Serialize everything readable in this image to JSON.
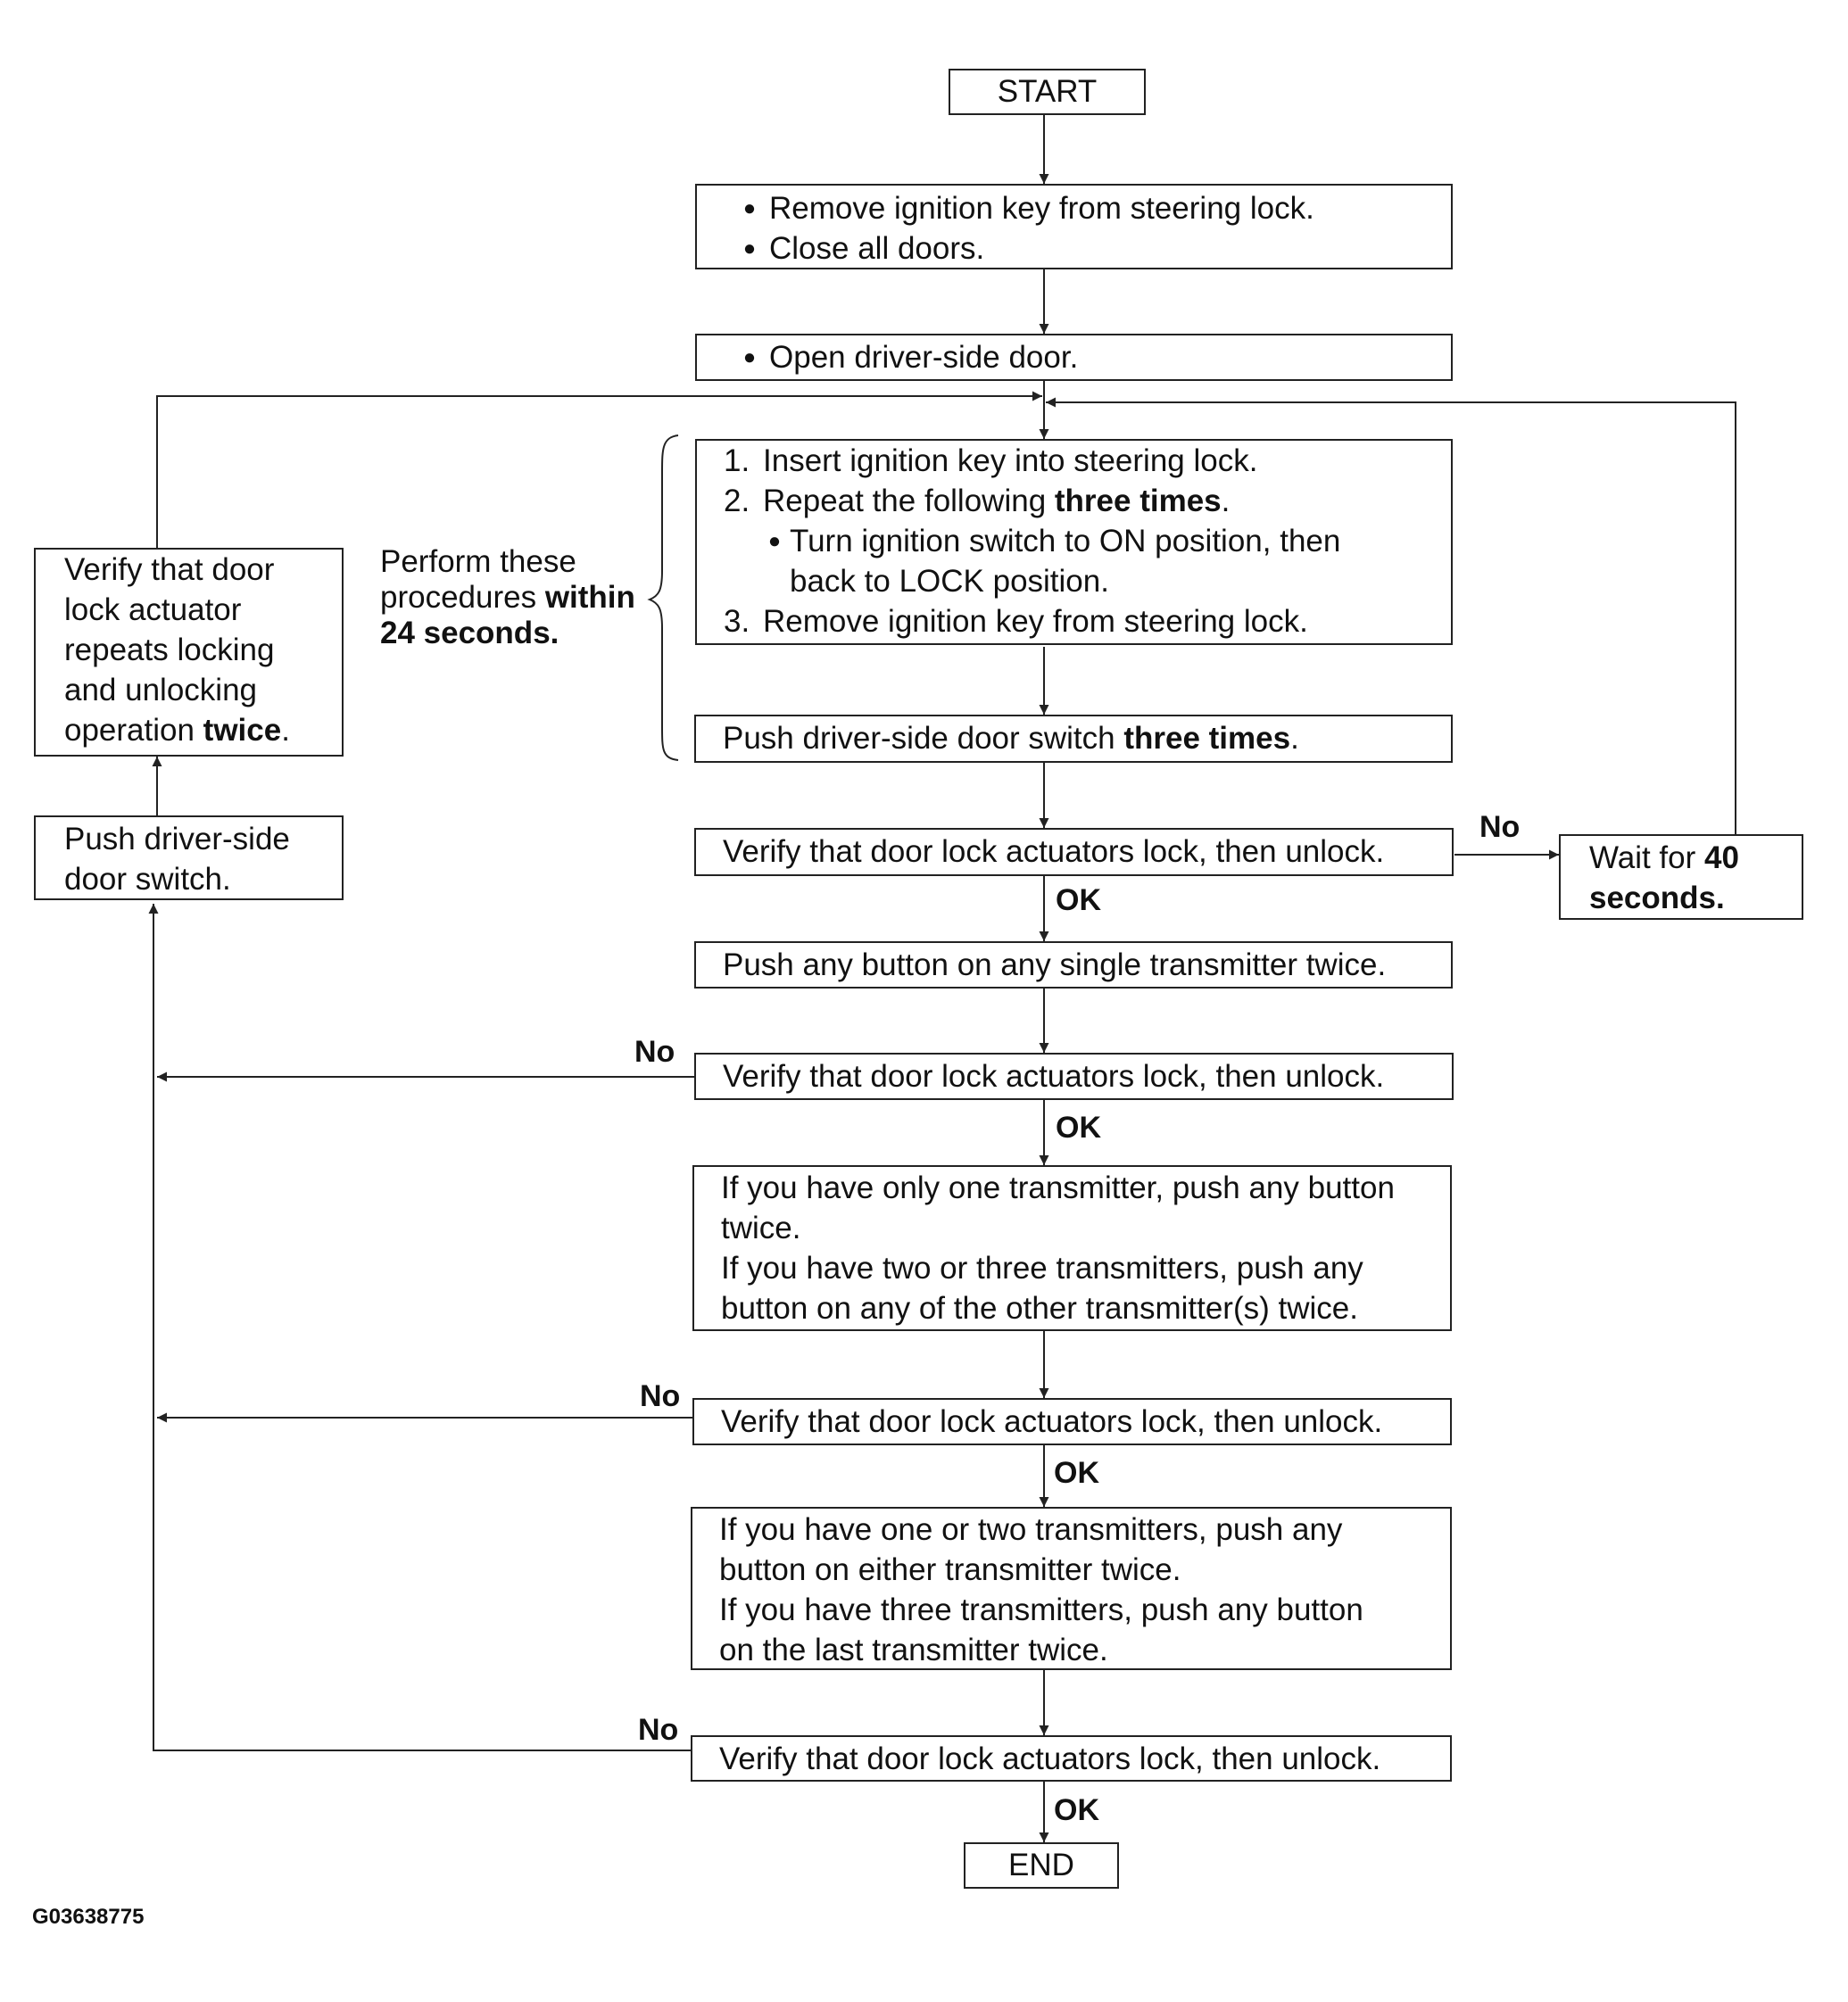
{
  "start": "START",
  "end": "END",
  "step_prepare": {
    "bullet1": "Remove ignition key from steering lock.",
    "bullet2": "Close all doors."
  },
  "step_open_door": "Open driver-side door.",
  "step_key": {
    "n1": "1.",
    "item1": "Insert ignition key into steering lock.",
    "n2": "2.",
    "item2_pre": "Repeat the following ",
    "item2_bold": "three times",
    "item2_post": ".",
    "sub1": "Turn ignition switch to ON position, then",
    "sub2": "back to LOCK position.",
    "n3": "3.",
    "item3": "Remove ignition key from steering lock."
  },
  "time_note": {
    "line1": "Perform these",
    "line2_pre": "procedures ",
    "line2_bold": "within",
    "line3_bold": "24 seconds."
  },
  "step_push_switch": {
    "pre": "Push driver-side door switch ",
    "bold": "three times",
    "post": "."
  },
  "verify_text": "Verify that door lock actuators lock, then unlock.",
  "wait": {
    "pre": "Wait for ",
    "bold1": "40",
    "bold2": "seconds."
  },
  "step_push_any": "Push any button on any single transmitter twice.",
  "step_second_tx": {
    "l1": "If you have only one transmitter, push any button",
    "l2": "twice.",
    "l3": "If you have two or three transmitters, push any",
    "l4": "button on any of the other transmitter(s) twice."
  },
  "step_third_tx": {
    "l1": "If you have one or two transmitters, push any",
    "l2": "button on either transmitter twice.",
    "l3": "If you have three transmitters, push any button",
    "l4": "on the last transmitter twice."
  },
  "left_push": {
    "l1": "Push driver-side",
    "l2": "door switch."
  },
  "left_verify": {
    "l1": "Verify that door",
    "l2": "lock actuator",
    "l3": "repeats locking",
    "l4": "and unlocking",
    "l5_pre": "operation ",
    "l5_bold": "twice",
    "l5_post": "."
  },
  "labels": {
    "no": "No",
    "ok": "OK"
  },
  "figure_code": "G03638775"
}
